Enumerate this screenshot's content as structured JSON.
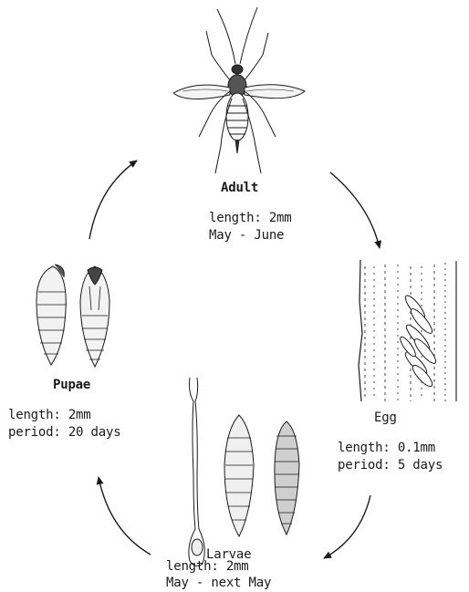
{
  "stages": {
    "adult": {
      "name": "Adult",
      "line1": "length: 2mm",
      "line2": "May - June"
    },
    "egg": {
      "name": "Egg",
      "line1": "length: 0.1mm",
      "line2": "period: 5 days"
    },
    "larvae": {
      "name": "Larvae",
      "line1": "length: 2mm",
      "line2": "May - next May"
    },
    "pupae": {
      "name": "Pupae",
      "line1": "length: 2mm",
      "line2": "period: 20 days"
    }
  },
  "colors": {
    "ink": "#1a1a1a",
    "background": "#ffffff"
  }
}
